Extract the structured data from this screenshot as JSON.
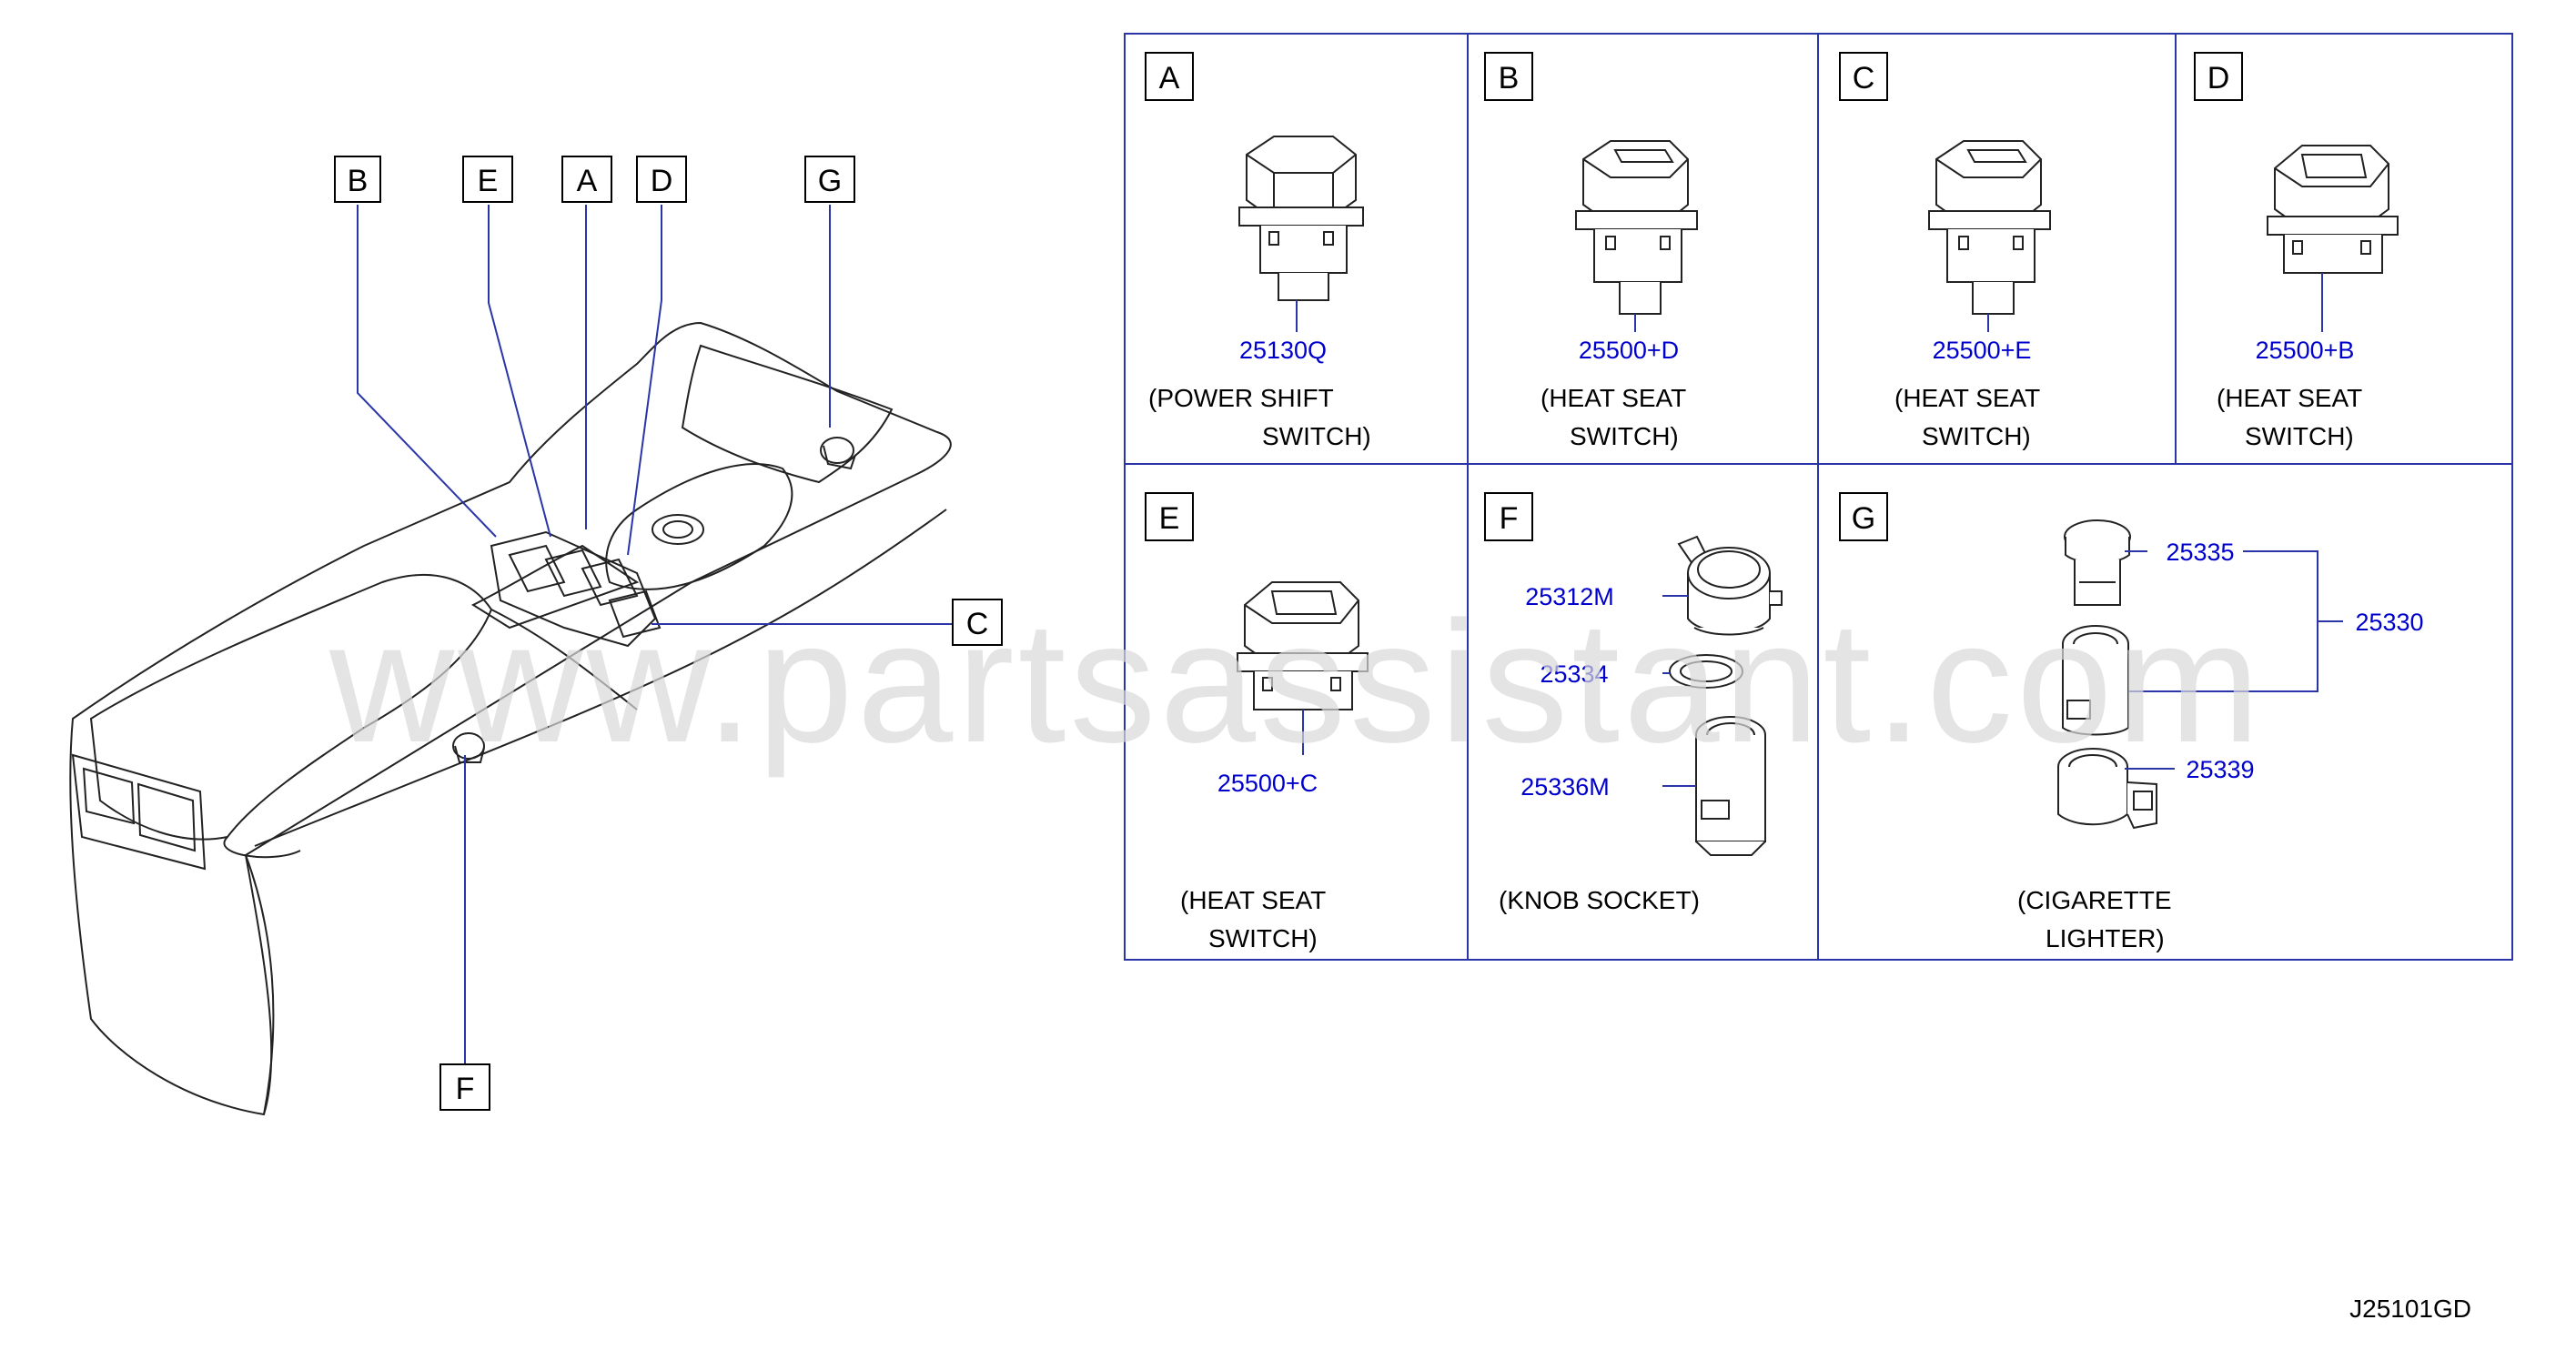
{
  "diagram_code": "J25101GD",
  "watermark": "www.partsassistant.com",
  "overview_callouts": [
    "B",
    "E",
    "A",
    "D",
    "G",
    "C",
    "F"
  ],
  "panels": [
    {
      "letter": "A",
      "parts": [
        "25130Q"
      ],
      "caption": [
        "(POWER   SHIFT",
        "SWITCH)"
      ]
    },
    {
      "letter": "B",
      "parts": [
        "25500+D"
      ],
      "caption": [
        "(HEAT   SEAT",
        "SWITCH)"
      ]
    },
    {
      "letter": "C",
      "parts": [
        "25500+E"
      ],
      "caption": [
        "(HEAT   SEAT",
        "SWITCH)"
      ]
    },
    {
      "letter": "D",
      "parts": [
        "25500+B"
      ],
      "caption": [
        "(HEAT   SEAT",
        "SWITCH)"
      ]
    },
    {
      "letter": "E",
      "parts": [
        "25500+C"
      ],
      "caption": [
        "(HEAT   SEAT",
        "SWITCH)"
      ]
    },
    {
      "letter": "F",
      "parts": [
        "25312M",
        "25334",
        "25336M"
      ],
      "caption": [
        "(KNOB   SOCKET)"
      ]
    },
    {
      "letter": "G",
      "parts": [
        "25335",
        "25330",
        "25339"
      ],
      "caption": [
        "(CIGARETTE",
        "LIGHTER)"
      ]
    }
  ]
}
